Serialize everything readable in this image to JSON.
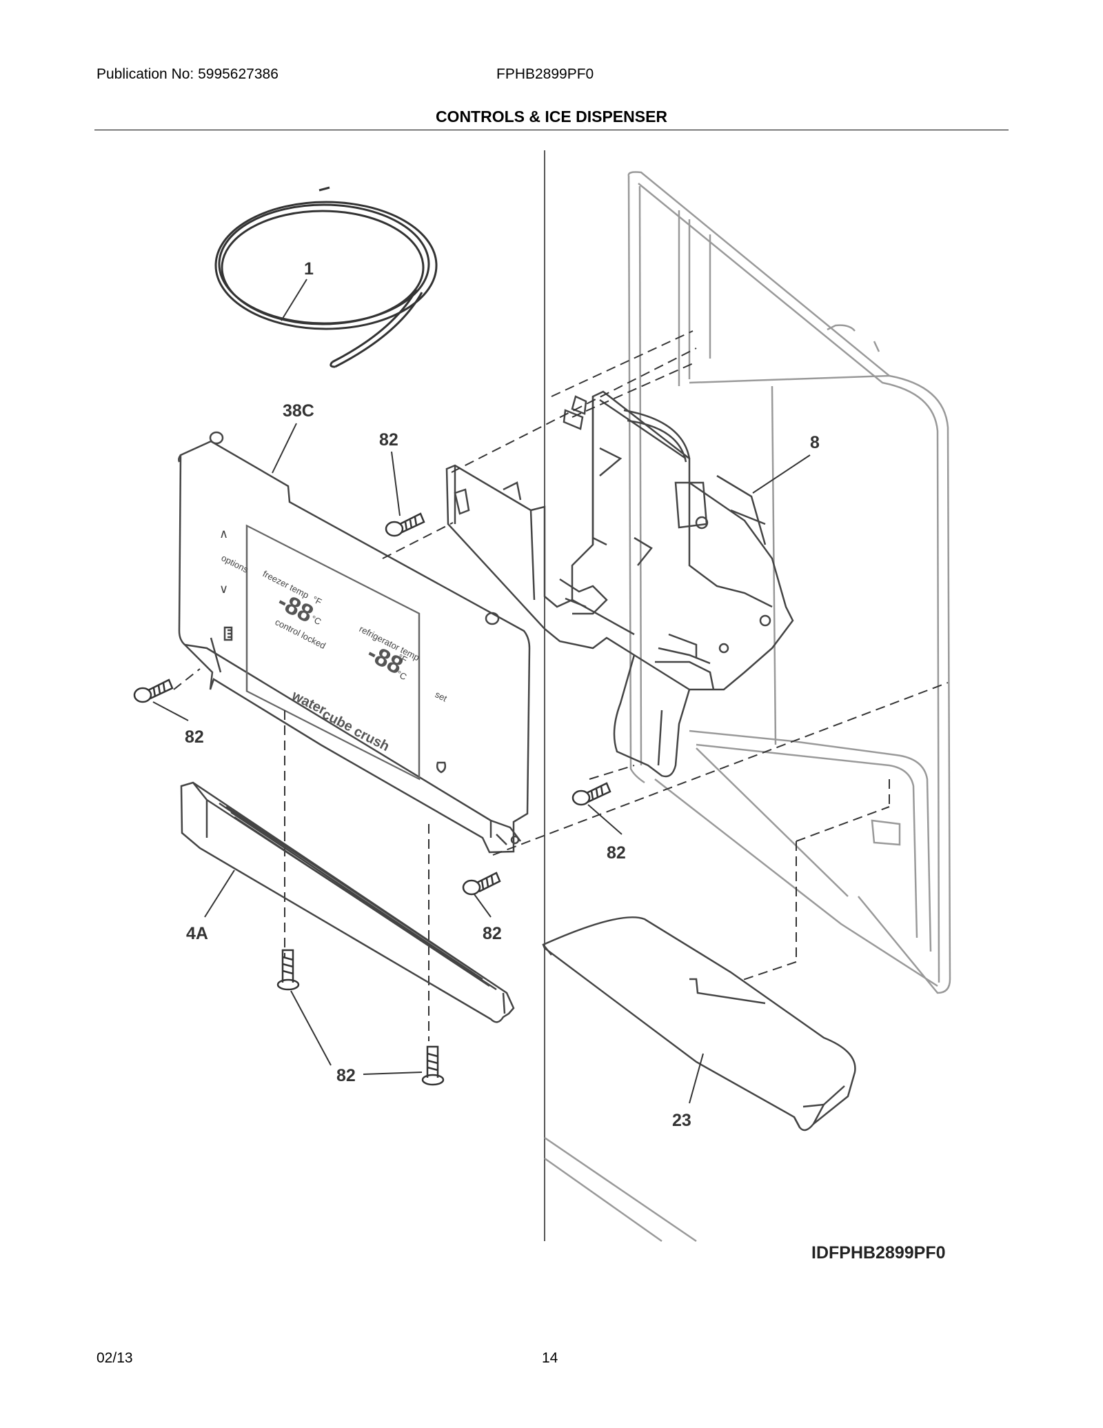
{
  "header": {
    "publication": "Publication No: 5995627386",
    "model": "FPHB2899PF0",
    "title": "CONTROLS & ICE DISPENSER"
  },
  "diagram": {
    "image_id": "IDFPHB2899PF0",
    "callouts": {
      "c1": "1",
      "c38c": "38C",
      "c82a": "82",
      "c8": "8",
      "c82b": "82",
      "c82c": "82",
      "c82d": "82",
      "c4a": "4A",
      "c82e": "82",
      "c23": "23"
    },
    "panel_labels": {
      "options": "options",
      "water": "water",
      "cube": "cube",
      "crush": "crush",
      "set": "set",
      "freezer_temp": "freezer temp",
      "refrigerator_temp": "refrigerator temp",
      "control_locked": "control locked",
      "digits_a": "-88",
      "digits_b": "-88",
      "unit_f": "°F",
      "unit_c": "°C",
      "unit_f2": "°F",
      "unit_c2": "°C"
    }
  },
  "footer": {
    "date": "02/13",
    "page": "14"
  }
}
